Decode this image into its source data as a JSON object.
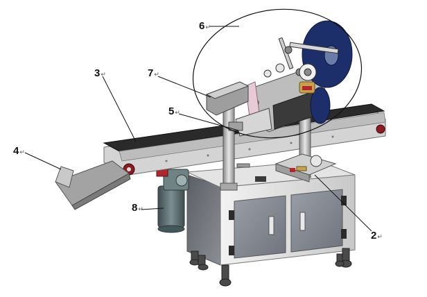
{
  "callouts": [
    {
      "id": "c6",
      "label": "6",
      "mark": "↵"
    },
    {
      "id": "c3",
      "label": "3",
      "mark": "↵"
    },
    {
      "id": "c7",
      "label": "7",
      "mark": "↵"
    },
    {
      "id": "c5",
      "label": "5",
      "mark": "↵"
    },
    {
      "id": "c4",
      "label": "4",
      "mark": "↵"
    },
    {
      "id": "c8",
      "label": "8",
      "mark": "↵"
    },
    {
      "id": "c2",
      "label": "2",
      "mark": "↵"
    }
  ],
  "colors": {
    "cabinet_frame": "#d9d9d9",
    "cabinet_panel": "#8c8f96",
    "conveyor_belt": "#2a2a2a",
    "label_roll": "#1c2f6b",
    "motor": "#5a6b6e",
    "accent_red": "#b3262b",
    "brass": "#c9a14a"
  }
}
